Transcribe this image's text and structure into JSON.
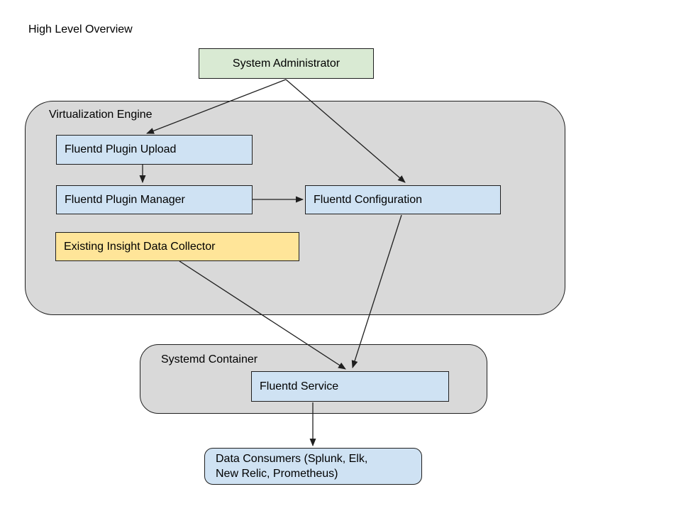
{
  "title": "High Level Overview",
  "containers": {
    "virtualization_engine": {
      "label": "Virtualization Engine",
      "fill": "#d9d9d9"
    },
    "systemd_container": {
      "label": "Systemd Container",
      "fill": "#d9d9d9"
    }
  },
  "nodes": {
    "system_administrator": {
      "label": "System Administrator",
      "fill": "#d9ead3"
    },
    "fluentd_plugin_upload": {
      "label": "Fluentd Plugin Upload",
      "fill": "#cfe2f3"
    },
    "fluentd_plugin_manager": {
      "label": "Fluentd Plugin Manager",
      "fill": "#cfe2f3"
    },
    "fluentd_configuration": {
      "label": "Fluentd Configuration",
      "fill": "#cfe2f3"
    },
    "existing_insight_data_collector": {
      "label": "Existing Insight Data Collector",
      "fill": "#ffe599"
    },
    "fluentd_service": {
      "label": "Fluentd Service",
      "fill": "#cfe2f3"
    },
    "data_consumers": {
      "lines": [
        "Data Consumers (Splunk, Elk,",
        "New Relic, Prometheus)"
      ],
      "fill": "#cfe2f3"
    }
  },
  "edges": [
    {
      "from": "system_administrator",
      "to": "fluentd_plugin_upload"
    },
    {
      "from": "system_administrator",
      "to": "fluentd_configuration"
    },
    {
      "from": "fluentd_plugin_upload",
      "to": "fluentd_plugin_manager"
    },
    {
      "from": "fluentd_plugin_manager",
      "to": "fluentd_configuration"
    },
    {
      "from": "existing_insight_data_collector",
      "to": "fluentd_service"
    },
    {
      "from": "fluentd_configuration",
      "to": "fluentd_service"
    },
    {
      "from": "fluentd_service",
      "to": "data_consumers"
    }
  ],
  "palette": {
    "background": "#ffffff",
    "container_gray": "#d9d9d9",
    "node_green": "#d9ead3",
    "node_blue": "#cfe2f3",
    "node_yellow": "#ffe599",
    "border": "#1f1f1f",
    "arrow": "#1f1f1f",
    "text": "#000000"
  }
}
